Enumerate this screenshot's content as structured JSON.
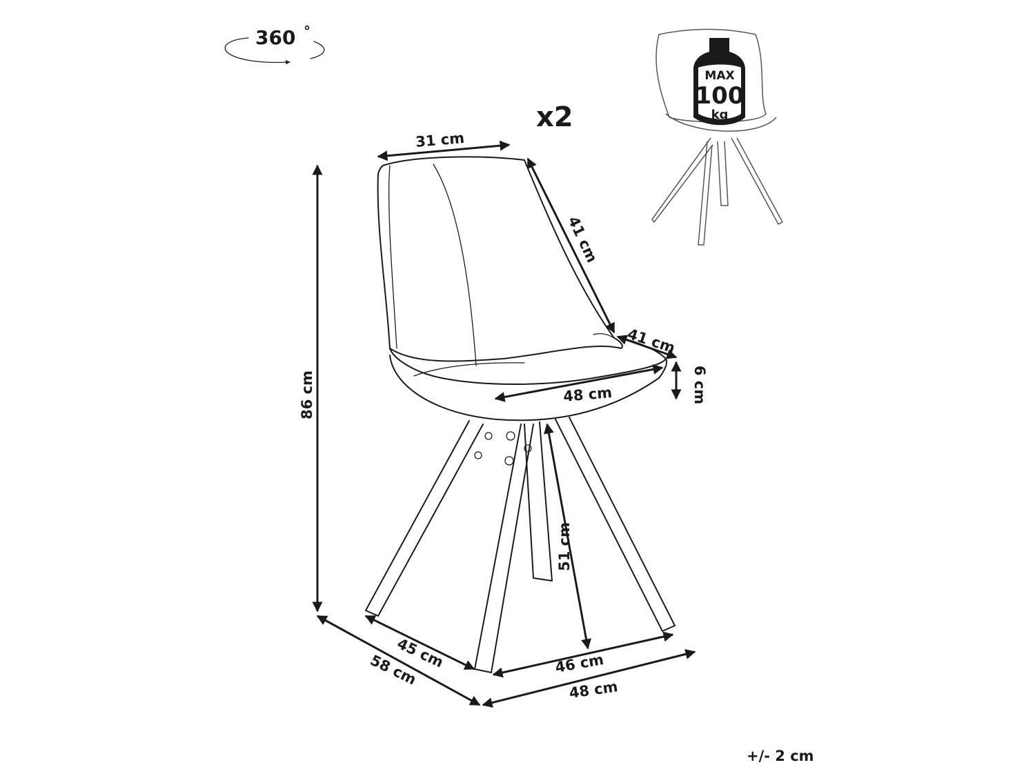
{
  "rotation": {
    "value": "360",
    "unit": "°"
  },
  "quantity": "x2",
  "max_load": {
    "line1": "MAX",
    "line2": "100",
    "line3": "kg"
  },
  "dimensions": {
    "backrest_width": "31 cm",
    "backrest_height": "41 cm",
    "seat_depth": "41 cm",
    "seat_thickness": "6 cm",
    "seat_width": "48 cm",
    "total_height": "86 cm",
    "seat_height": "51 cm",
    "leg_depth": "45 cm",
    "leg_width": "46 cm",
    "total_depth": "58 cm",
    "total_width": "48 cm"
  },
  "tolerance": "+/- 2 cm"
}
